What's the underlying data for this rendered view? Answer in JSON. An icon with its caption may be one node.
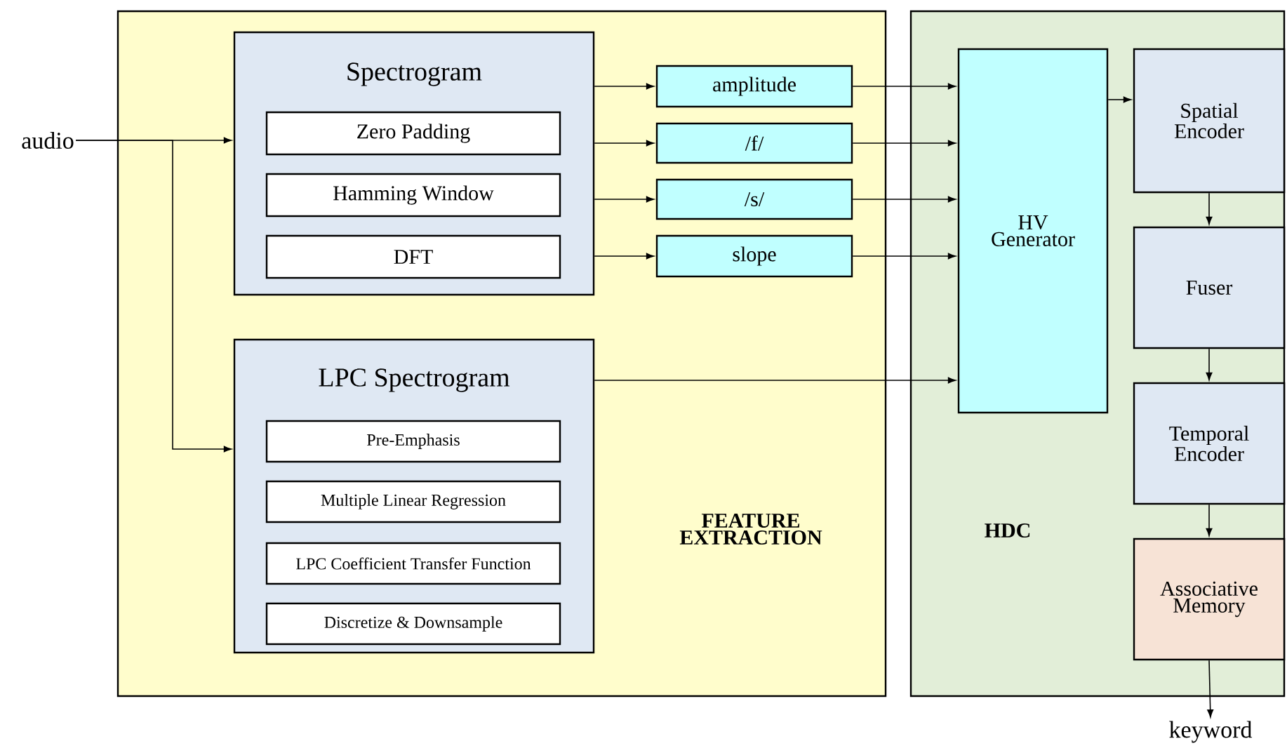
{
  "diagram": {
    "nodes": [
      {
        "text": [
          "FEATURE EXTRACTION"
        ]
      },
      {
        "text": [
          "HDC"
        ]
      },
      {
        "text": [
          "audio"
        ]
      },
      {
        "text": [
          "Spectrogram"
        ],
        "in": 0
      },
      {
        "text": [
          "Zero Padding"
        ],
        "in": 3
      },
      {
        "text": [
          "Hamming Window"
        ],
        "in": 3
      },
      {
        "text": [
          "DFT"
        ],
        "in": 3
      },
      {
        "text": [
          "LPC Spectrogram"
        ],
        "in": 0
      },
      {
        "text": [
          "Pre-Emphasis"
        ],
        "in": 7
      },
      {
        "text": [
          "Multiple Linear Regression"
        ],
        "in": 7
      },
      {
        "text": [
          "LPC Coefficient Transfer Function"
        ],
        "in": 7
      },
      {
        "text": [
          "Discretize & Downsample"
        ],
        "in": 7
      },
      {
        "text": [
          "amplitude"
        ],
        "in": 0
      },
      {
        "text": [
          "/f/"
        ],
        "in": 0
      },
      {
        "text": [
          "/s/"
        ],
        "in": 0
      },
      {
        "text": [
          "slope"
        ],
        "in": 0
      },
      {
        "text": [
          "HV Generator"
        ],
        "in": 1
      },
      {
        "text": [
          "Spatial Encoder"
        ],
        "in": 1
      },
      {
        "text": [
          "Fuser"
        ],
        "in": 1
      },
      {
        "text": [
          "Temporal Encoder"
        ],
        "in": 1
      },
      {
        "text": [
          "Associative Memory"
        ],
        "in": 1
      },
      {
        "text": [
          "keyword"
        ]
      }
    ],
    "edges": [
      {
        "from": 2,
        "to": 3,
        "arrow": "to"
      },
      {
        "from": 2,
        "to": 7,
        "arrow": "to"
      },
      {
        "from": 3,
        "to": 12,
        "arrow": "to"
      },
      {
        "from": 3,
        "to": 13,
        "arrow": "to"
      },
      {
        "from": 3,
        "to": 14,
        "arrow": "to"
      },
      {
        "from": 3,
        "to": 15,
        "arrow": "to"
      },
      {
        "from": 12,
        "to": 16,
        "arrow": "to"
      },
      {
        "from": 13,
        "to": 16,
        "arrow": "to"
      },
      {
        "from": 14,
        "to": 16,
        "arrow": "to"
      },
      {
        "from": 15,
        "to": 16,
        "arrow": "to"
      },
      {
        "from": 7,
        "to": 16,
        "arrow": "to"
      },
      {
        "from": 16,
        "to": 17,
        "arrow": "to"
      },
      {
        "from": 17,
        "to": 18,
        "arrow": "to"
      },
      {
        "from": 18,
        "to": 19,
        "arrow": "to"
      },
      {
        "from": 19,
        "to": 20,
        "arrow": "to"
      },
      {
        "from": 20,
        "to": 21,
        "arrow": "to"
      }
    ]
  }
}
